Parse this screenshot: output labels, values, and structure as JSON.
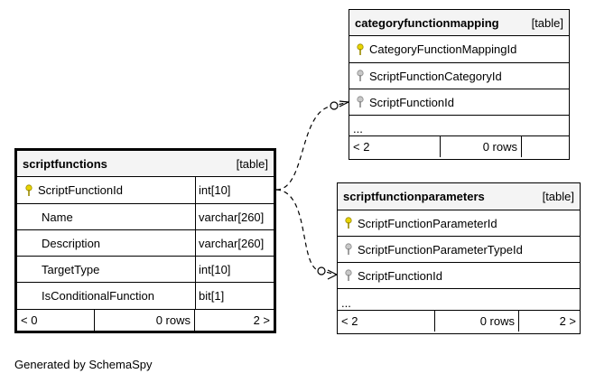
{
  "tables": {
    "categoryfunctionmapping": {
      "name": "categoryfunctionmapping",
      "kind": "[table]",
      "columns": [
        {
          "name": "CategoryFunctionMappingId",
          "key": "primary"
        },
        {
          "name": "ScriptFunctionCategoryId",
          "key": "foreign"
        },
        {
          "name": "ScriptFunctionId",
          "key": "foreign"
        }
      ],
      "ellipsis": "...",
      "footer": {
        "parents": "< 2",
        "rows": "0 rows",
        "children": ""
      }
    },
    "scriptfunctions": {
      "name": "scriptfunctions",
      "kind": "[table]",
      "columns": [
        {
          "name": "ScriptFunctionId",
          "type": "int[10]",
          "key": "primary"
        },
        {
          "name": "Name",
          "type": "varchar[260]",
          "key": "none"
        },
        {
          "name": "Description",
          "type": "varchar[260]",
          "key": "none"
        },
        {
          "name": "TargetType",
          "type": "int[10]",
          "key": "none"
        },
        {
          "name": "IsConditionalFunction",
          "type": "bit[1]",
          "key": "none"
        }
      ],
      "footer": {
        "parents": "< 0",
        "rows": "0 rows",
        "children": "2 >"
      }
    },
    "scriptfunctionparameters": {
      "name": "scriptfunctionparameters",
      "kind": "[table]",
      "columns": [
        {
          "name": "ScriptFunctionParameterId",
          "key": "primary"
        },
        {
          "name": "ScriptFunctionParameterTypeId",
          "key": "foreign"
        },
        {
          "name": "ScriptFunctionId",
          "key": "foreign"
        }
      ],
      "ellipsis": "...",
      "footer": {
        "parents": "< 2",
        "rows": "0 rows",
        "children": "2 >"
      }
    }
  },
  "colors": {
    "primary_key": "#e8d400",
    "foreign_key": "#b0b0b0",
    "header_bg": "#f4f4f4"
  },
  "generated_by": "Generated by SchemaSpy"
}
